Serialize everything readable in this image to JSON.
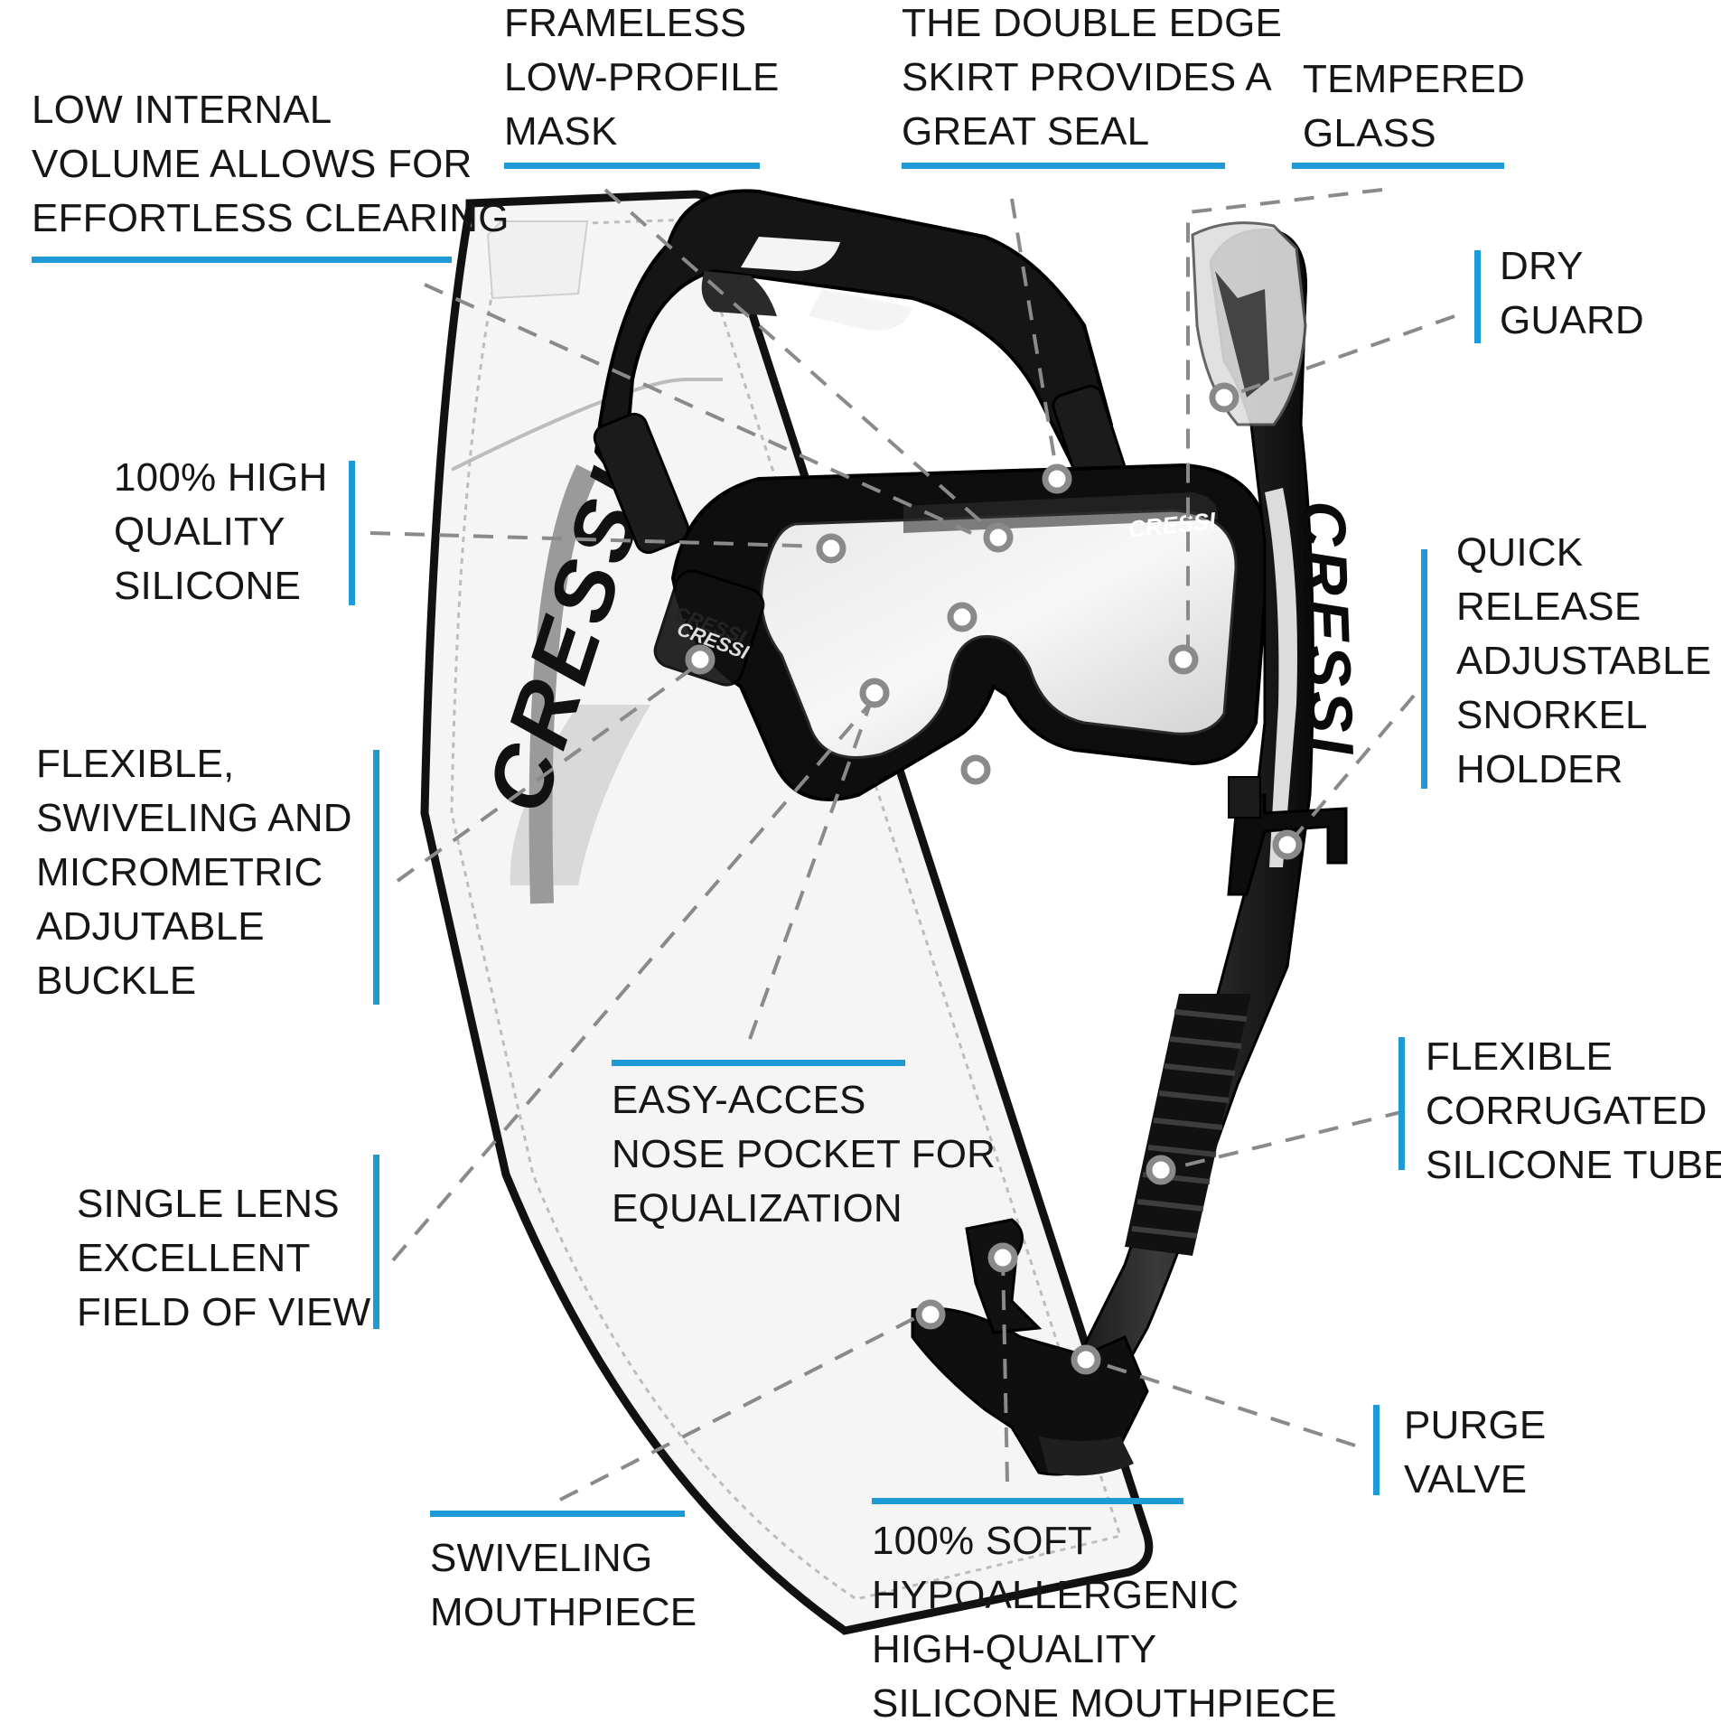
{
  "brand": {
    "name": "CRESSI",
    "accent_color": "#1e9ad6",
    "callout_line_color": "#8a8a8a",
    "product_color": "#111111",
    "bag_color": "#f4f4f4"
  },
  "labels": {
    "low_internal_volume": [
      "LOW INTERNAL",
      "VOLUME ALLOWS FOR",
      "EFFORTLESS CLEARING"
    ],
    "frameless_mask": [
      "FRAMELESS",
      "LOW-PROFILE",
      "MASK"
    ],
    "double_edge_skirt": [
      "THE DOUBLE EDGE",
      "SKIRT PROVIDES A",
      "GREAT SEAL"
    ],
    "tempered_glass": [
      "TEMPERED",
      "GLASS"
    ],
    "dry_guard": [
      "DRY",
      "GUARD"
    ],
    "high_quality_silicone": [
      "100% HIGH",
      "QUALITY",
      "SILICONE"
    ],
    "quick_release_holder": [
      "QUICK",
      "RELEASE",
      "ADJUSTABLE",
      "SNORKEL",
      "HOLDER"
    ],
    "swiveling_buckle": [
      "FLEXIBLE,",
      "SWIVELING AND",
      "MICROMETRIC",
      "ADJUTABLE",
      "BUCKLE"
    ],
    "nose_pocket": [
      "EASY-ACCES",
      "NOSE POCKET FOR",
      "EQUALIZATION"
    ],
    "corrugated_tube": [
      "FLEXIBLE",
      "CORRUGATED",
      "SILICONE TUBE"
    ],
    "single_lens": [
      "SINGLE LENS",
      "EXCELLENT",
      "FIELD OF VIEW"
    ],
    "purge_valve": [
      "PURGE",
      "VALVE"
    ],
    "swiveling_mouthpiece": [
      "SWIVELING",
      "MOUTHPIECE"
    ],
    "soft_mouthpiece": [
      "100% SOFT",
      "HYPOALLERGENIC",
      "HIGH-QUALITY",
      "SILICONE MOUTHPIECE"
    ]
  }
}
